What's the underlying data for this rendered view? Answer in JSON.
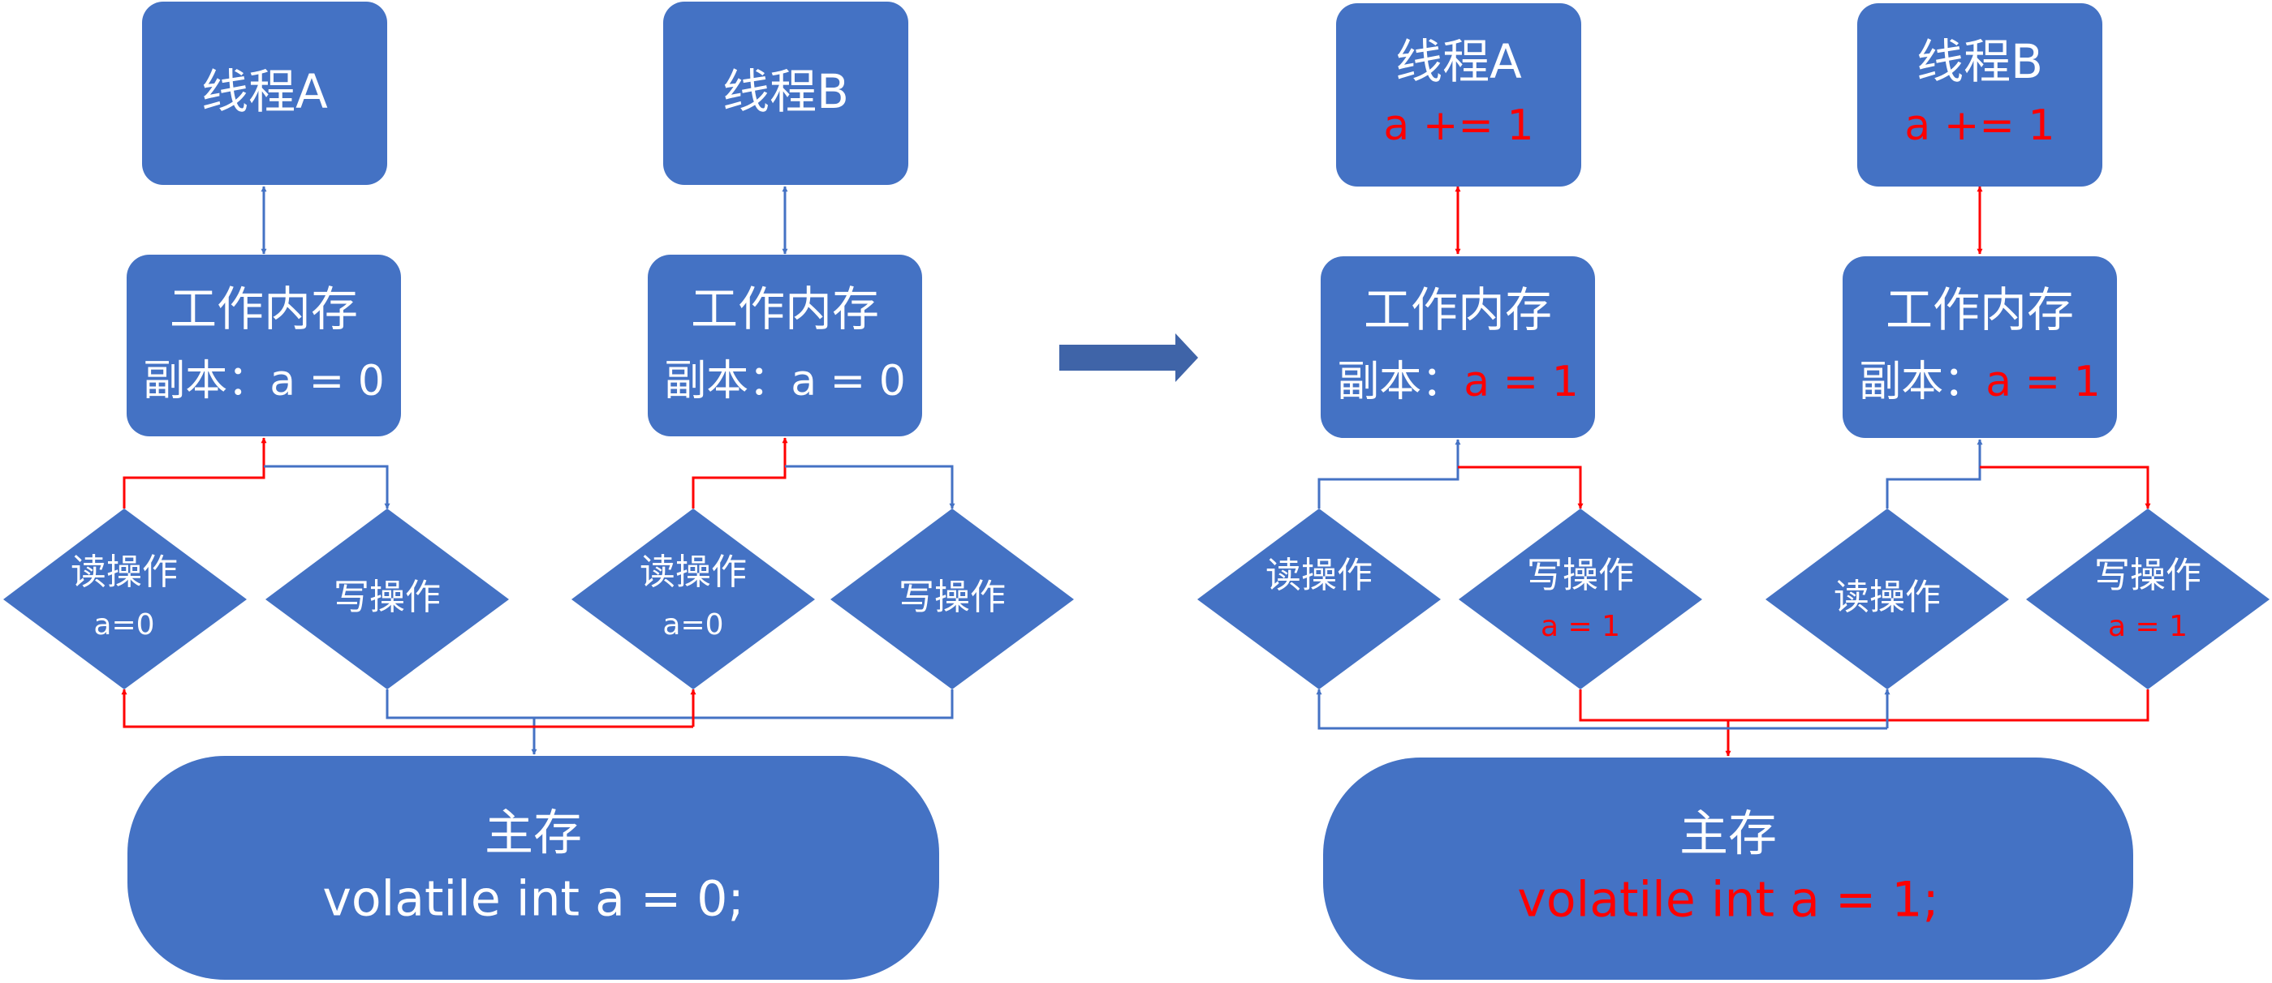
{
  "left": {
    "thread_a": {
      "label": "线程A"
    },
    "thread_b": {
      "label": "线程B"
    },
    "work_mem_a": {
      "label": "工作内存",
      "copy_prefix": "副本：",
      "copy_value": "a = 0"
    },
    "work_mem_b": {
      "label": "工作内存",
      "copy_prefix": "副本：",
      "copy_value": "a = 0"
    },
    "read_a": {
      "label": "读操作",
      "value": "a=0"
    },
    "write_a": {
      "label": "写操作"
    },
    "read_b": {
      "label": "读操作",
      "value": "a=0"
    },
    "write_b": {
      "label": "写操作"
    },
    "main_memory": {
      "label": "主存",
      "code": "volatile int a = 0;"
    }
  },
  "right": {
    "thread_a": {
      "label": "线程A",
      "op": "a += 1"
    },
    "thread_b": {
      "label": "线程B",
      "op": "a += 1"
    },
    "work_mem_a": {
      "label": "工作内存",
      "copy_prefix": "副本：",
      "copy_value": "a = 1"
    },
    "work_mem_b": {
      "label": "工作内存",
      "copy_prefix": "副本：",
      "copy_value": "a = 1"
    },
    "read_a": {
      "label": "读操作"
    },
    "write_a": {
      "label": "写操作",
      "value": "a = 1"
    },
    "read_b": {
      "label": "读操作"
    },
    "write_b": {
      "label": "写操作",
      "value": "a = 1"
    },
    "main_memory": {
      "label": "主存",
      "code": "volatile int a = 1;"
    }
  },
  "colors": {
    "box": "#4472C4",
    "arrow_blue": "#4472C4",
    "arrow_red": "#FF0000",
    "highlight_text": "#FF0000",
    "text": "#FFFFFF"
  }
}
